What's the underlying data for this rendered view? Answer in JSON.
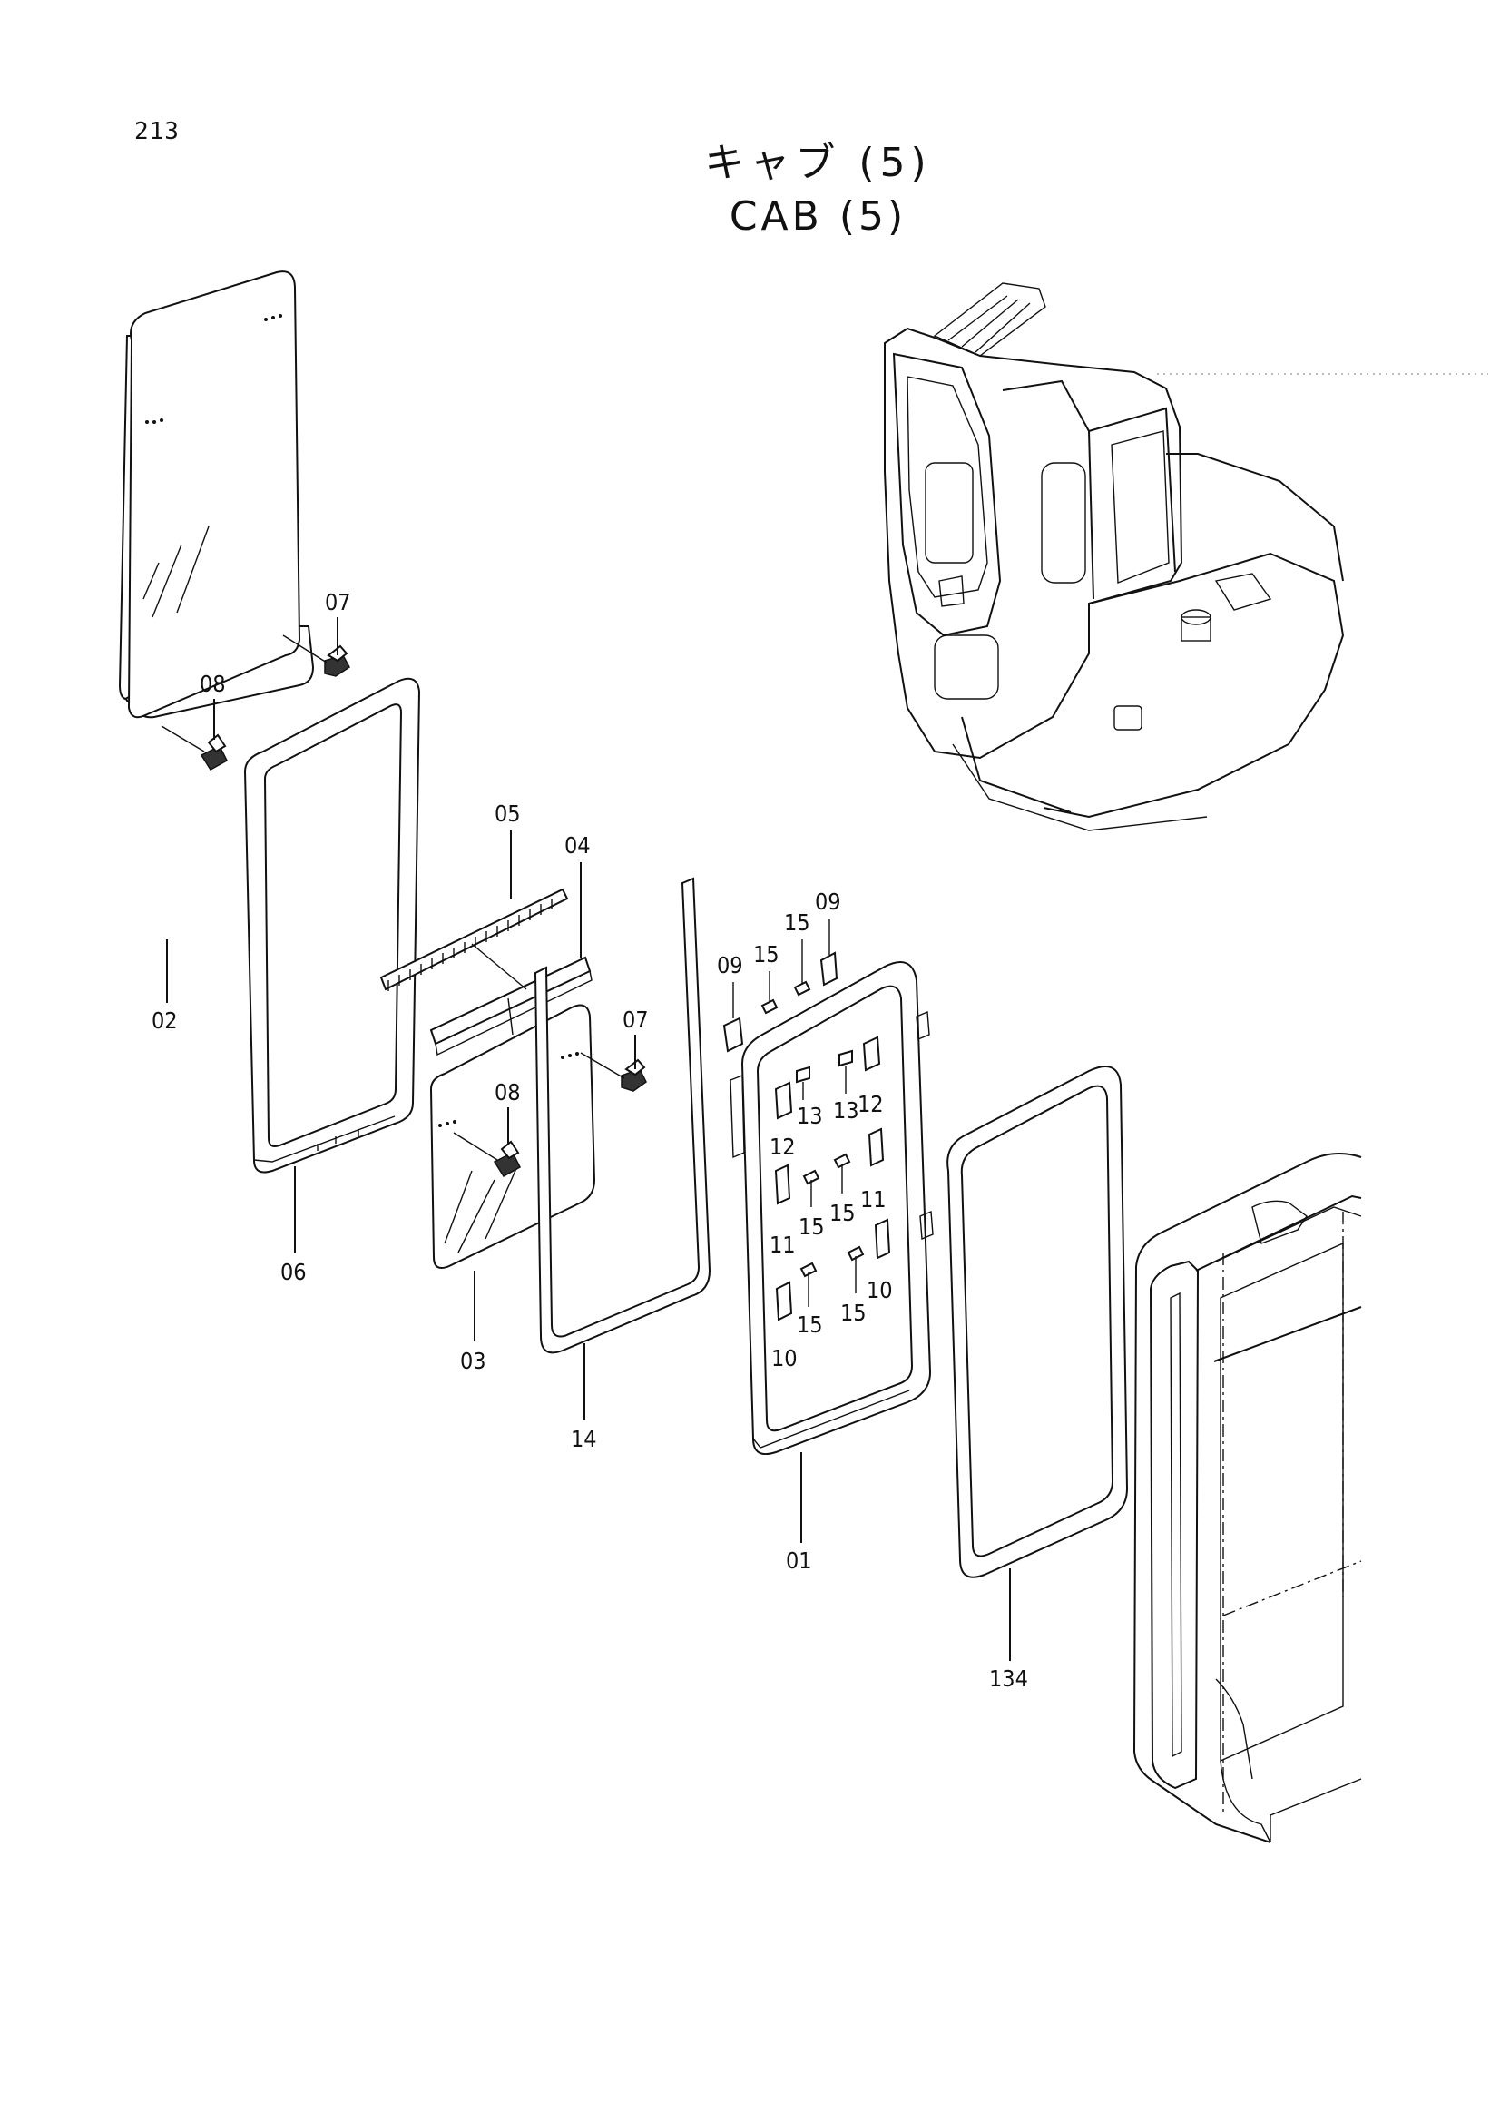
{
  "page_number": "213",
  "title": {
    "japanese": "キャブ (5)",
    "english": "CAB (5)"
  },
  "callouts": {
    "glass_front_left": "02",
    "latch_upper_a": "07",
    "catch_upper_a": "08",
    "seal_frame_left": "06",
    "brush_strip": "05",
    "rail_strip": "04",
    "latch_upper_b": "07",
    "catch_lower_b": "08",
    "glass_lower": "03",
    "channel_u": "14",
    "bracket_09_left": "09",
    "bracket_09_right": "09",
    "pin_15_a": "15",
    "pin_15_b": "15",
    "bolt_13_a": "13",
    "bolt_13_b": "13",
    "bracket_12_a": "12",
    "bracket_12_b": "12",
    "bracket_11_a": "11",
    "bracket_11_b": "11",
    "pin_15_c": "15",
    "pin_15_d": "15",
    "pin_15_e": "15",
    "pin_15_f": "15",
    "bracket_10_a": "10",
    "bracket_10_b": "10",
    "window_frame": "01",
    "weatherstrip": "134"
  }
}
